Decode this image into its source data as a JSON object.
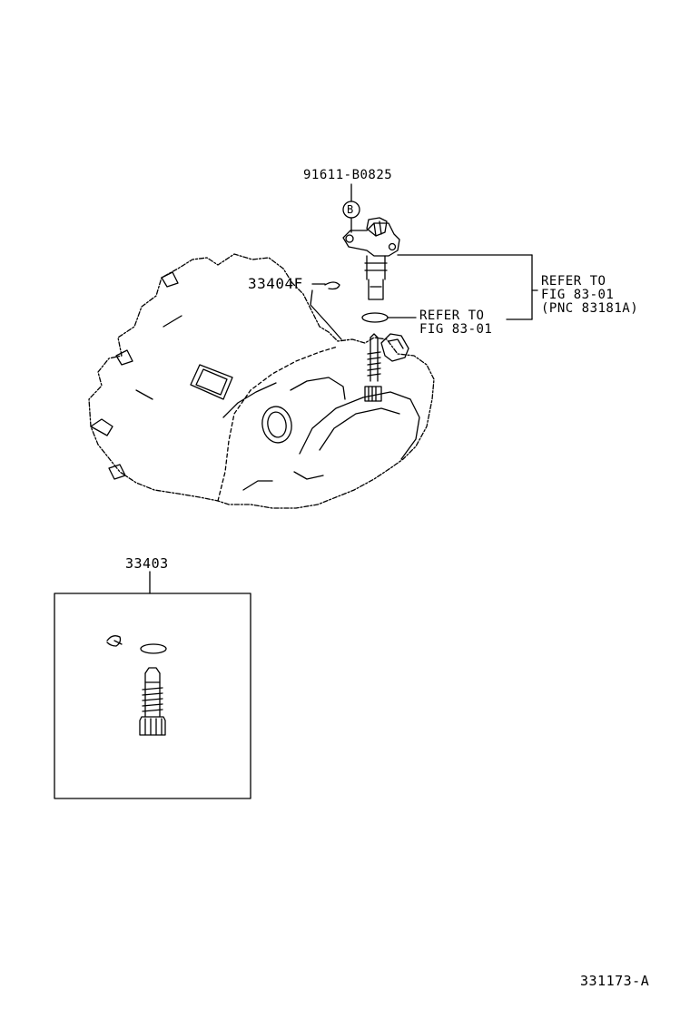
{
  "diagram": {
    "figure_code": "331173-A",
    "parts": {
      "bolt": "91611-B0825",
      "bolt_callout": "B",
      "clip": "33404F",
      "kit": "33403"
    },
    "references": {
      "sensor_ref_line1": "REFER TO",
      "sensor_ref_line2": "FIG 83-01",
      "sensor_ref_line3": "(PNC 83181A)",
      "oring_ref_line1": "REFER TO",
      "oring_ref_line2": "FIG 83-01"
    }
  }
}
